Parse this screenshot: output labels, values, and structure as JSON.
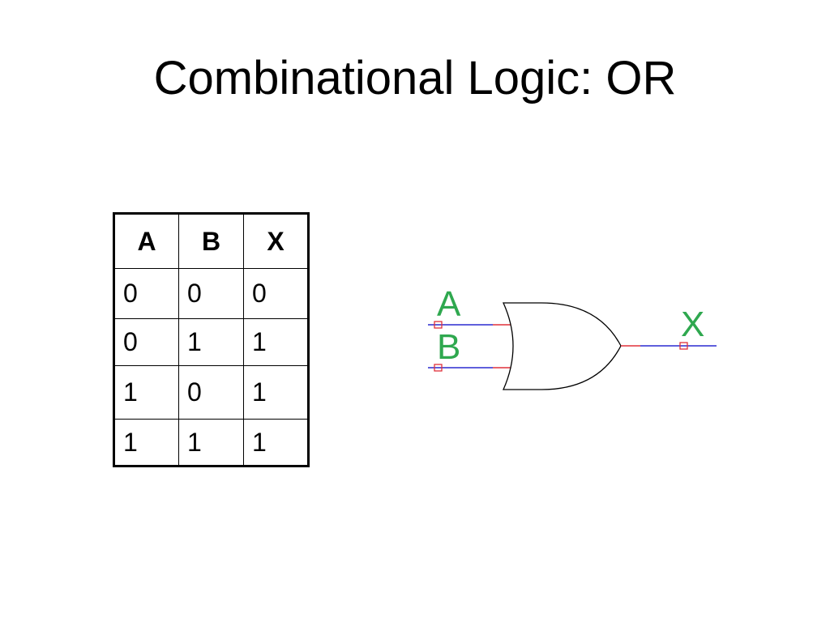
{
  "slide": {
    "title": "Combinational Logic: OR"
  },
  "truth_table": {
    "headers": [
      "A",
      "B",
      "X"
    ],
    "rows": [
      [
        "0",
        "0",
        "0"
      ],
      [
        "0",
        "1",
        "1"
      ],
      [
        "1",
        "0",
        "1"
      ],
      [
        "1",
        "1",
        "1"
      ]
    ]
  },
  "gate": {
    "type": "or-gate",
    "input_a_label": "A",
    "input_b_label": "B",
    "output_label": "X",
    "colors": {
      "wire": "#2a2ad0",
      "pin": "#e0303a",
      "label": "#2fa84f",
      "body": "#000000"
    }
  }
}
